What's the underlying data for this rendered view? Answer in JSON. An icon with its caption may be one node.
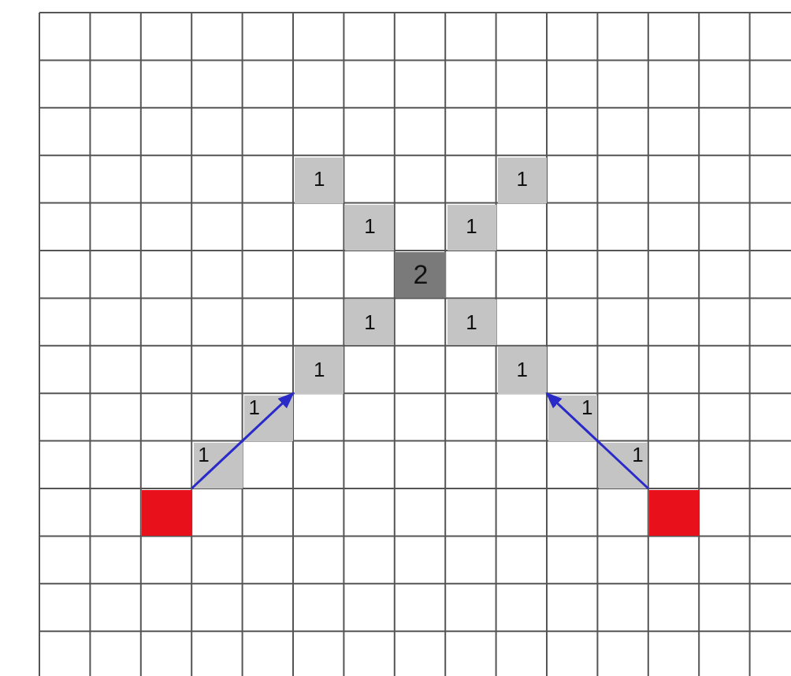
{
  "diagram": {
    "nodes": [
      {
        "text": [
          "1"
        ]
      },
      {
        "text": [
          "1"
        ]
      },
      {
        "text": [],
        "shape": "box"
      },
      {
        "text": [],
        "shape": "box"
      }
    ],
    "edges": [
      {
        "from": 2,
        "to": 0,
        "arrow": "to"
      },
      {
        "from": 3,
        "to": 1,
        "arrow": "to"
      }
    ],
    "labels": [
      "1",
      "1",
      "1",
      "1",
      "2",
      "1",
      "1",
      "1",
      "1",
      "1",
      "1"
    ]
  }
}
